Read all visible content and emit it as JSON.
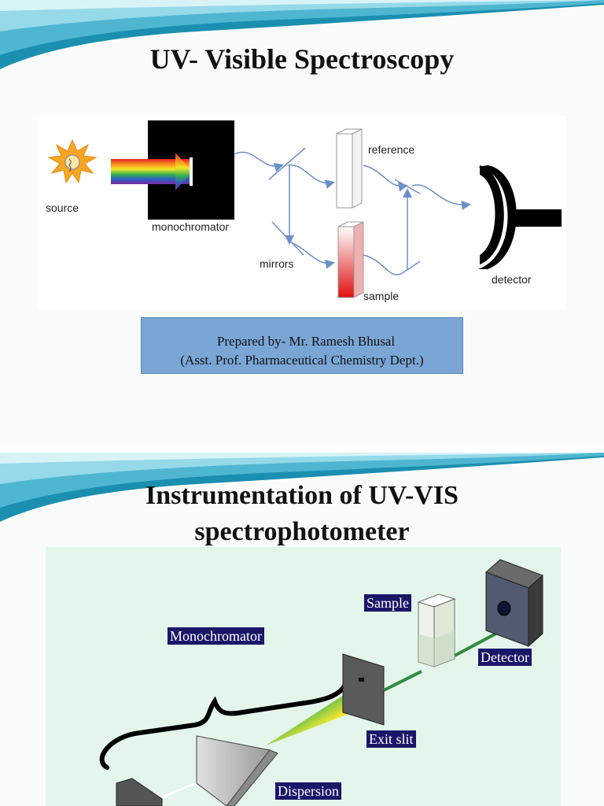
{
  "slide1": {
    "title": "UV- Visible Spectroscopy",
    "diagram_labels": {
      "source": "source",
      "monochromator": "monochromator",
      "reference": "reference",
      "mirrors": "mirrors",
      "sample": "sample",
      "detector": "detector"
    },
    "credit": {
      "line1": "Prepared by- Mr. Ramesh Bhusal",
      "line2": "(Asst. Prof. Pharmaceutical Chemistry Dept.)"
    }
  },
  "slide2": {
    "title_line1": "Instrumentation of UV-VIS",
    "title_line2": "spectrophotometer",
    "diagram_labels": {
      "sample": "Sample",
      "monochromator": "Monochromator",
      "detector": "Detector",
      "exit_slit": "Exit slit",
      "dispersion": "Dispersion"
    }
  },
  "colors": {
    "swoosh_dark": "#1b8fb0",
    "swoosh_light": "#7fd3e6",
    "credit_box": "#7aa6d6",
    "label_tag": "#1a1668",
    "diagram2_bg": "#e4f5ec",
    "beam": "#2e8b3a",
    "sample_red": "#e01010",
    "arrow": "#6b8fc8"
  }
}
